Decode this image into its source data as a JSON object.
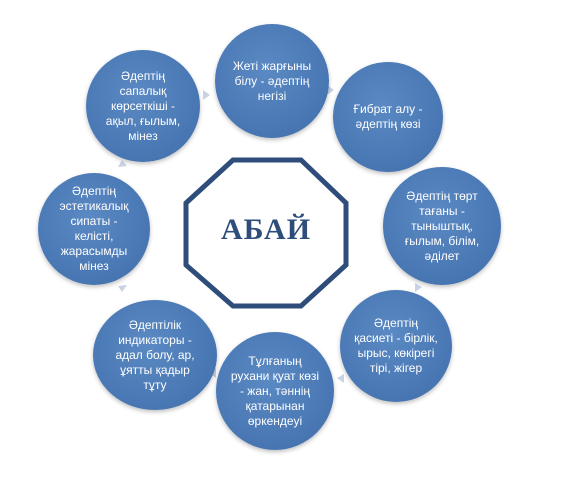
{
  "center": {
    "label": "АБАЙ"
  },
  "nodes": [
    {
      "id": "n1",
      "text": "Жеті жарғыны білу - әдептің негізі"
    },
    {
      "id": "n2",
      "text": "Ғибрат алу - әдептің көзі"
    },
    {
      "id": "n3",
      "text": "Әдептің төрт тағаны - тыныштық, ғылым, білім, әділет"
    },
    {
      "id": "n4",
      "text": "Әдептің қасиеті - бірлік, ырыс, көкірегі тірі, жігер"
    },
    {
      "id": "n5",
      "text": "Тұлғаның рухани қуат көзі - жан, тәннің қатарынан өркендеуі"
    },
    {
      "id": "n6",
      "text": "Әдептілік индикаторы - адал болу, ар, ұятты қадыр тұту"
    },
    {
      "id": "n7",
      "text": "Әдептің эстетикалық сипаты - келісті, жарасымды мінез"
    },
    {
      "id": "n8",
      "text": "Әдептің сапалық көрсеткіші - ақыл, ғылым, мінез"
    }
  ],
  "colors": {
    "node_fill": "#4a79b5",
    "octagon_stroke": "#2e4d7a",
    "arrow": "#c9d3e3",
    "center_text": "#2e4d7a"
  }
}
